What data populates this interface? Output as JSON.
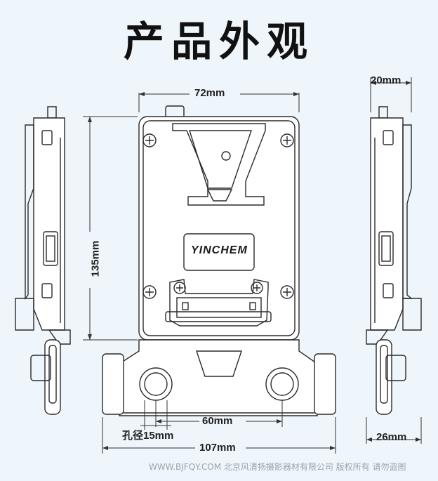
{
  "title": "产品外观",
  "logo_text": "YINCHEM",
  "dimensions": {
    "width_top": "72mm",
    "depth_top": "20mm",
    "height": "135mm",
    "rod_spacing": "60mm",
    "hole_diameter": "孔径15mm",
    "width_bottom": "107mm",
    "depth_bottom": "26mm"
  },
  "watermark": "WWW.BJFQY.COM 北京风清扬摄影器材有限公司 版权所有 请勿盗图",
  "colors": {
    "background": "#eef6fb",
    "line": "#2a2a2a",
    "plate": "#ffffff"
  }
}
